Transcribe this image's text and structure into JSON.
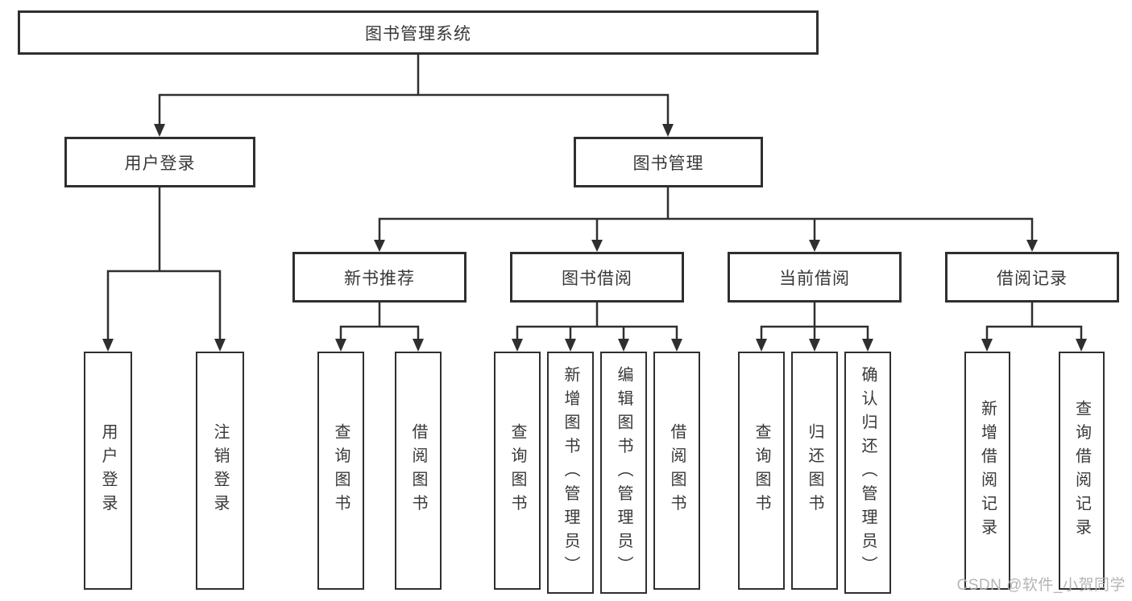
{
  "colors": {
    "line": "#2f2f2f",
    "text": "#383838",
    "box_bg": "#ffffff",
    "watermark": "#b5b5b5",
    "background": "#ffffff"
  },
  "root": {
    "label": "图书管理系统"
  },
  "level1": {
    "user_login": {
      "label": "用户登录"
    },
    "book_management": {
      "label": "图书管理"
    }
  },
  "level2": {
    "new_book_recommend": {
      "label": "新书推荐"
    },
    "book_borrowing": {
      "label": "图书借阅"
    },
    "current_borrowing": {
      "label": "当前借阅"
    },
    "borrowing_records": {
      "label": "借阅记录"
    }
  },
  "leaves": {
    "user_login": [
      "用户登录",
      "注销登录"
    ],
    "new_book_recommend": [
      "查询图书",
      "借阅图书"
    ],
    "book_borrowing": [
      "查询图书",
      "新增图书（管理员）",
      "编辑图书（管理员）",
      "借阅图书"
    ],
    "current_borrowing": [
      "查询图书",
      "归还图书",
      "确认归还（管理员）"
    ],
    "borrowing_records": [
      "新增借阅记录",
      "查询借阅记录"
    ]
  },
  "watermark": {
    "text": "CSDN @软件_小贺同学"
  }
}
